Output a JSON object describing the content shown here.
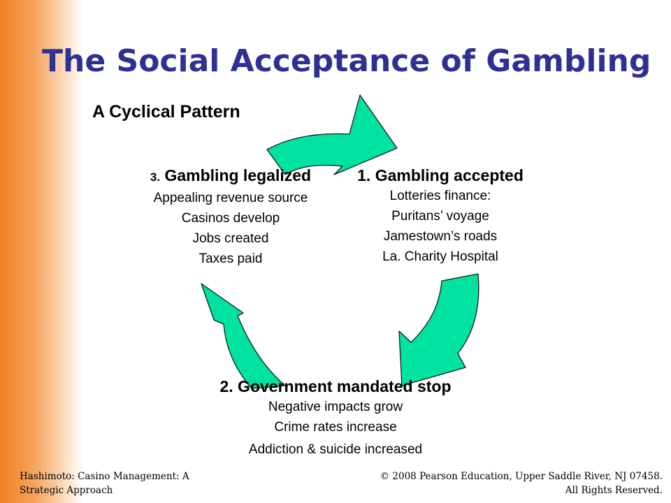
{
  "slide": {
    "title": "The Social Acceptance of Gambling",
    "subtitle": "A Cyclical Pattern"
  },
  "stages": {
    "accepted": {
      "heading": "1. Gambling accepted",
      "lines": [
        "Lotteries finance:",
        "Puritans’ voyage",
        "Jamestown’s roads",
        "La. Charity Hospital"
      ]
    },
    "stop": {
      "heading": "2. Government mandated stop",
      "lines": [
        "Negative impacts grow",
        "Crime rates increase",
        "Addiction & suicide increased"
      ]
    },
    "legalized": {
      "number": "3.",
      "heading": "Gambling legalized",
      "lines": [
        "Appealing revenue source",
        "Casinos develop",
        "Jobs created",
        "Taxes paid"
      ]
    }
  },
  "footer": {
    "left_line1": "Hashimoto: Casino Management: A",
    "left_line2": "Strategic Approach",
    "right_line1": "© 2008 Pearson Education, Upper Saddle River, NJ 07458.",
    "right_line2": "All Rights Reserved."
  },
  "colors": {
    "title": "#2e3192",
    "arrow_fill": "#00e3a0",
    "accent_band": "#f07f22"
  }
}
